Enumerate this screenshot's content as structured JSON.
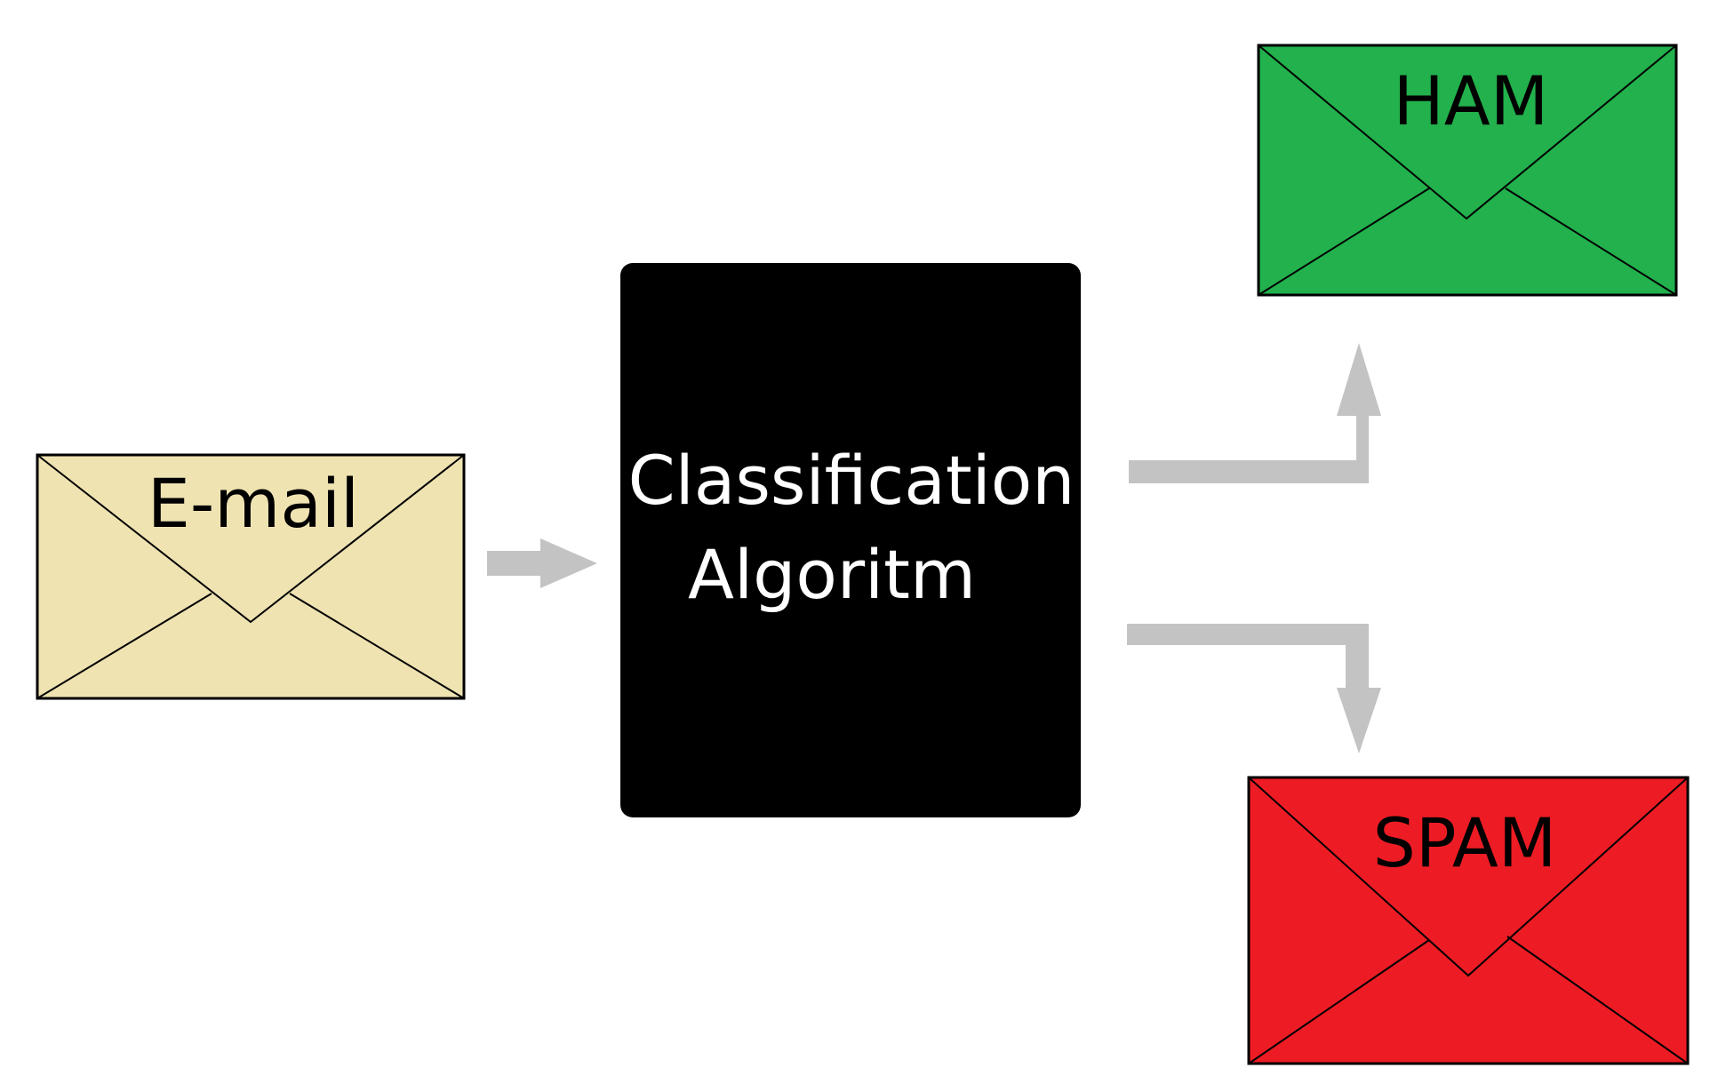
{
  "input": {
    "label": "E-mail",
    "color": "#efe3b2"
  },
  "classifier": {
    "line1": "Classification",
    "line2": "Algoritm",
    "color": "#000000"
  },
  "outputs": {
    "ham": {
      "label": "HAM",
      "color": "#22b14c"
    },
    "spam": {
      "label": "SPAM",
      "color": "#ed1c24"
    }
  },
  "arrow_color": "#c3c3c3"
}
